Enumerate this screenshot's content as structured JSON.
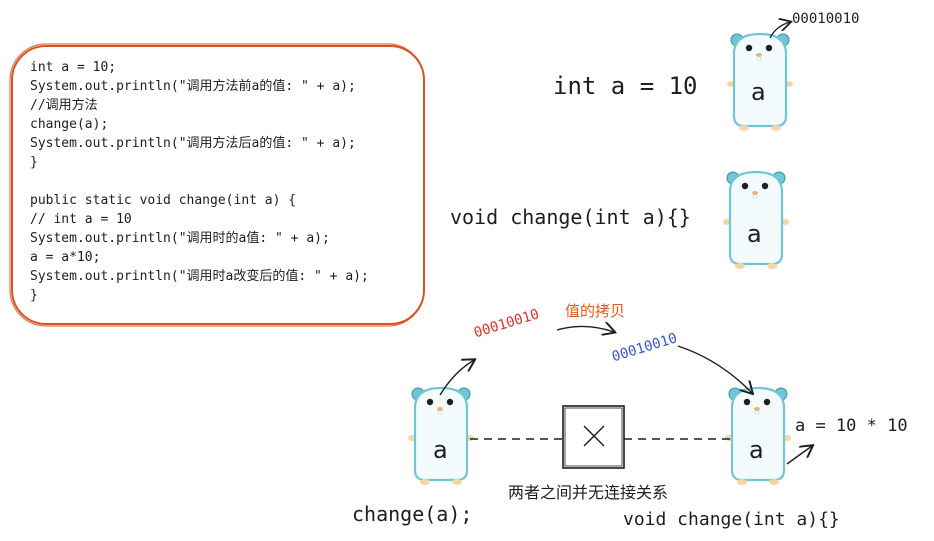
{
  "code_block": {
    "lines": [
      "int a = 10;",
      "System.out.println(\"调用方法前a的值: \" + a);",
      "//调用方法",
      "change(a);",
      "System.out.println(\"调用方法后a的值: \" + a);",
      "}",
      "",
      "public static void change(int a) {",
      "// int a = 10",
      "System.out.println(\"调用时的a值: \" + a);",
      "a = a*10;",
      "System.out.println(\"调用时a改变后的值: \" + a);",
      "}"
    ]
  },
  "top": {
    "binary": "00010010",
    "declaration": "int a = 10",
    "gopher_label": "a"
  },
  "middle": {
    "declaration": "void change(int a){}",
    "gopher_label": "a"
  },
  "bottom": {
    "copy_label": "值的拷贝",
    "binary_original": "00010010",
    "binary_copy": "00010010",
    "left_gopher_label": "a",
    "right_gopher_label": "a",
    "no_connection_label": "两者之间并无连接关系",
    "left_caption": "change(a);",
    "right_caption": "void change(int a){}",
    "result": "a = 10 * 10"
  },
  "colors": {
    "box_border": "#d9521f",
    "gopher_body": "#f4fbfd",
    "gopher_outline": "#6fc6d7",
    "binary_red": "#d9342b",
    "binary_blue": "#3a57c4",
    "copy_label": "#e05a1c"
  }
}
